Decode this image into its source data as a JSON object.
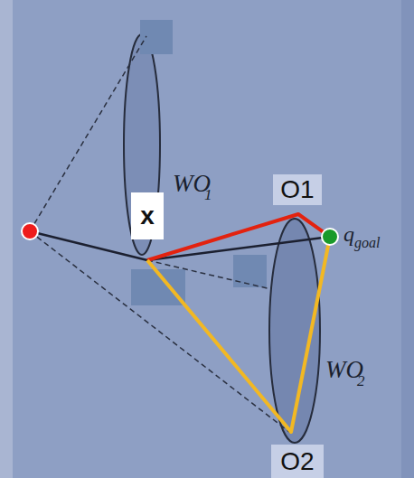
{
  "diagram": {
    "nodes": [
      {
        "text": [
          "x"
        ]
      },
      {
        "text": [
          "O1"
        ]
      },
      {
        "text": [
          "O2"
        ]
      }
    ],
    "labels": [
      "WO",
      "1",
      "WO",
      "2",
      "q",
      "goal"
    ]
  }
}
